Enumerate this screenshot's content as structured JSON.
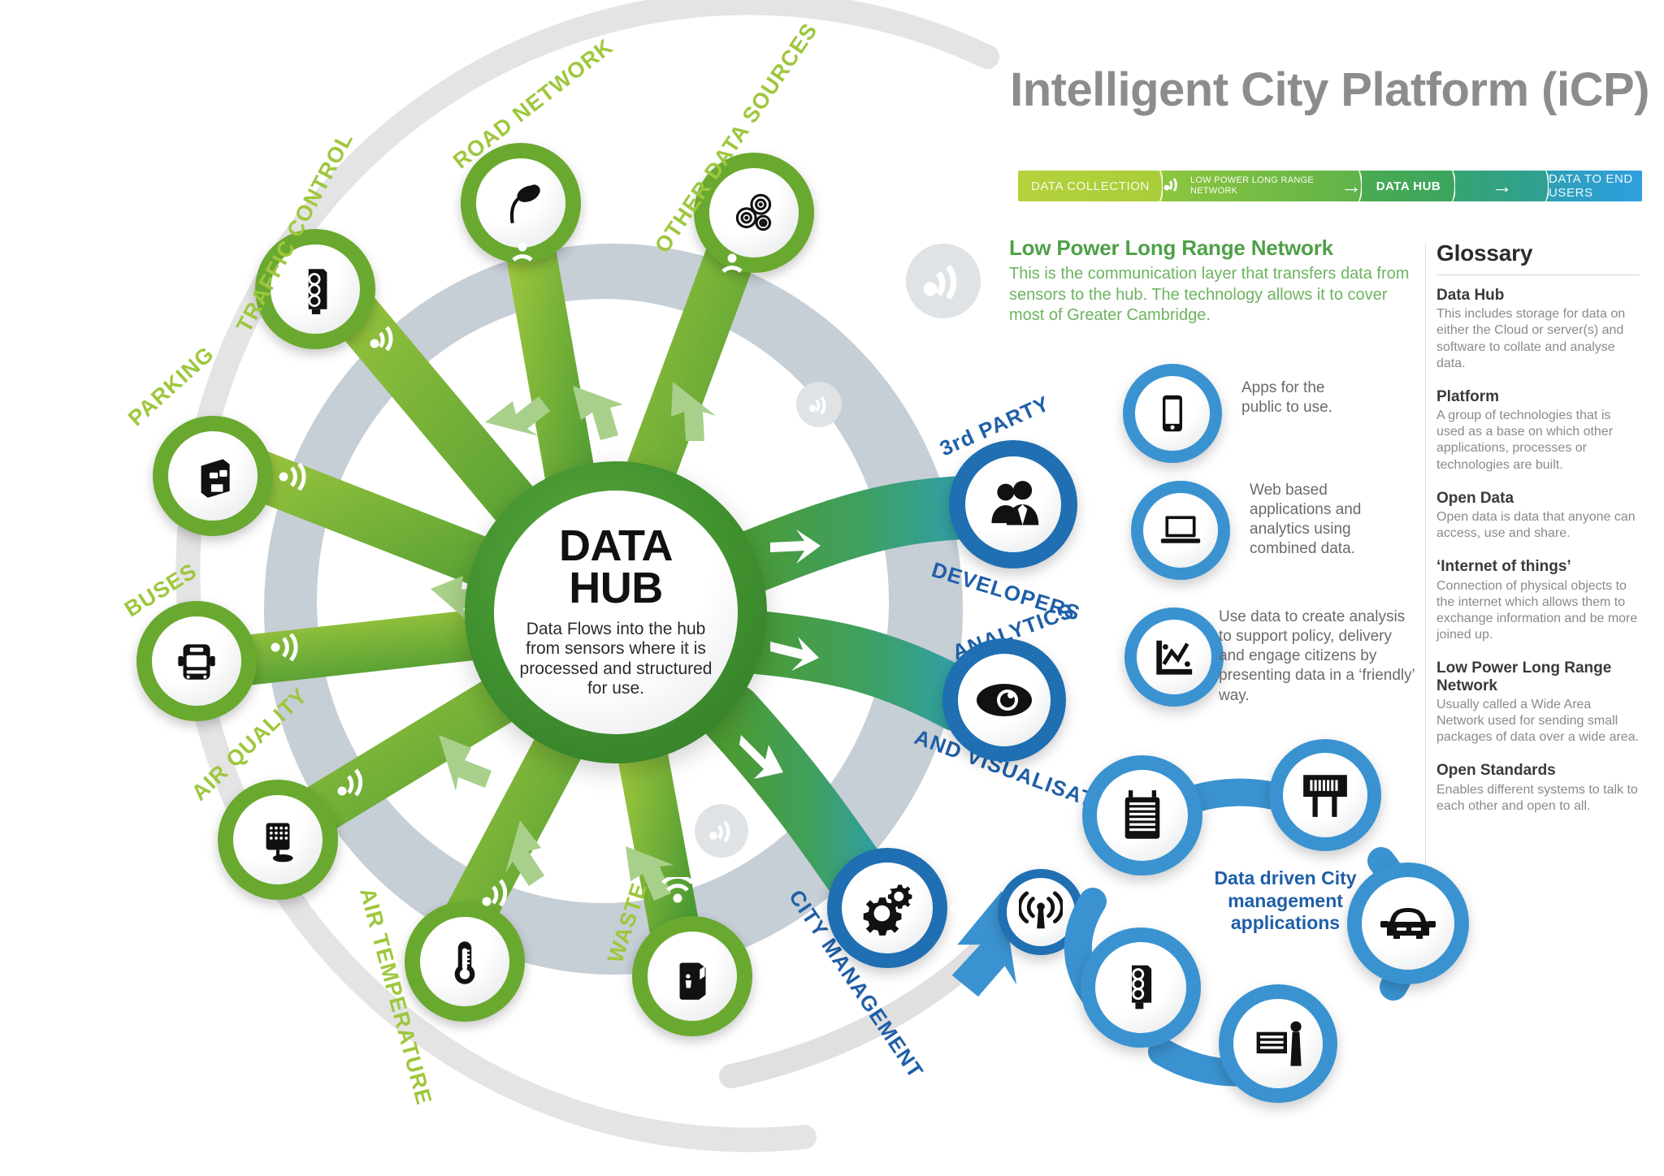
{
  "header": {
    "title": "Intelligent City Platform (iCP)"
  },
  "process_bar": {
    "segments": [
      {
        "label": "DATA COLLECTION",
        "icon": "",
        "color": "#b4d23c"
      },
      {
        "label": "LOW POWER LONG RANGE NETWORK",
        "icon": "wifi-icon",
        "arrow": "→",
        "color": "#8cc63e"
      },
      {
        "label": "DATA HUB",
        "color": "#3ba45f"
      },
      {
        "label": "",
        "arrow": "→",
        "color": "#2f9f94"
      },
      {
        "label": "DATA TO END USERS",
        "color": "#2e9fe0"
      }
    ]
  },
  "network_block": {
    "heading": "Low Power Long Range Network",
    "body": "This is the communication layer that transfers data from sensors to the hub. The technology allows it to cover most of Greater Cambridge."
  },
  "hub": {
    "title_line1": "DATA",
    "title_line2": "HUB",
    "description": "Data Flows into the hub from sensors where it is processed and structured for use."
  },
  "sensors": [
    {
      "label": "TRAFFIC CONTROL",
      "icon": "traffic-light-icon"
    },
    {
      "label": "ROAD NETWORK",
      "icon": "traffic-camera-icon"
    },
    {
      "label": "OTHER DATA SOURCES",
      "icon": "concentric-circles-icon"
    },
    {
      "label": "PARKING",
      "icon": "parking-meter-icon"
    },
    {
      "label": "BUSES",
      "icon": "bus-icon"
    },
    {
      "label": "AIR QUALITY",
      "icon": "air-quality-sensor-icon"
    },
    {
      "label": "AIR TEMPERATURE",
      "icon": "thermometer-icon"
    },
    {
      "label": "WASTE",
      "icon": "waste-bin-icon"
    }
  ],
  "branches": {
    "developers": {
      "label_top": "3rd PARTY",
      "label_bottom": "DEVELOPERS",
      "icon": "people-icon",
      "outputs": [
        {
          "icon": "smartphone-icon",
          "text": "Apps for the public to use."
        },
        {
          "icon": "laptop-icon",
          "text": "Web based applications and analytics using combined data."
        }
      ]
    },
    "analytics": {
      "label_top": "ANALYTICS",
      "label_bottom": "AND VISUALISATION",
      "icon": "eye-icon",
      "outputs": [
        {
          "icon": "chart-icon",
          "text": "Use data to create analysis to support policy, delivery and engage citizens by presenting data in a ‘friendly’ way."
        }
      ]
    },
    "city_management": {
      "label": "CITY MANAGEMENT",
      "icon": "gears-icon",
      "relay_icon": "broadcast-antenna-icon",
      "caption": "Data driven City management applications",
      "applications": [
        {
          "icon": "ticket-machine-icon"
        },
        {
          "icon": "variable-message-sign-icon"
        },
        {
          "icon": "car-icon"
        },
        {
          "icon": "parking-sign-icon"
        },
        {
          "icon": "traffic-light-icon"
        }
      ]
    }
  },
  "glossary": {
    "heading": "Glossary",
    "items": [
      {
        "term": "Data Hub",
        "definition": "This includes storage for data on either the Cloud or server(s) and software to collate and analyse data."
      },
      {
        "term": "Platform",
        "definition": "A group of technologies that is used as a base on which other applications, processes or technologies are built."
      },
      {
        "term": "Open Data",
        "definition": "Open data is data that anyone can access, use and share."
      },
      {
        "term": "‘Internet of things’",
        "definition": "Connection of physical objects to the internet which allows them to exchange information and be more joined up."
      },
      {
        "term": "Low Power Long Range Network",
        "definition": "Usually called a Wide Area Network used for sending small packages of data over a wide area."
      },
      {
        "term": "Open Standards",
        "definition": "Enables different systems to talk to each other and open to all."
      }
    ]
  },
  "colors": {
    "green_light": "#9ec73d",
    "green_mid": "#6aa92f",
    "green_dark": "#3f8f2f",
    "blue_dark": "#1f5fa8",
    "blue_mid": "#3a93d0",
    "grey_text": "#8a8a8a",
    "title_grey": "#8c8c8c"
  }
}
